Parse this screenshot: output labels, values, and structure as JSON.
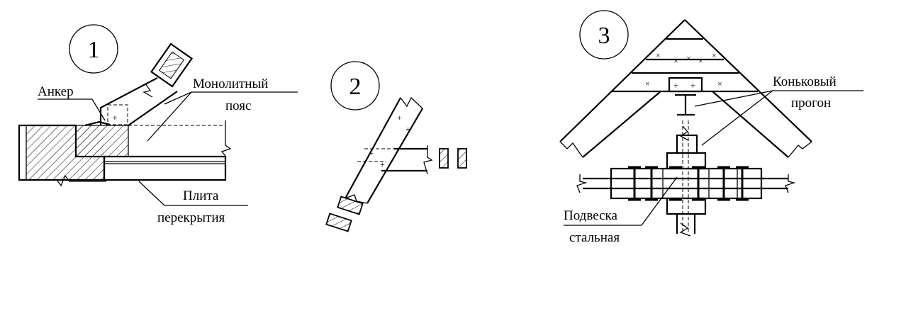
{
  "details": [
    {
      "number": "1",
      "labels": {
        "anchor": "Анкер",
        "belt_1": "Монолитный",
        "belt_2": "пояс",
        "slab_1": "Плита",
        "slab_2": "перекрытия"
      }
    },
    {
      "number": "2"
    },
    {
      "number": "3",
      "labels": {
        "ridge_1": "Коньковый",
        "ridge_2": "прогон",
        "hanger_1": "Подвеска",
        "hanger_2": "стальная"
      }
    }
  ]
}
